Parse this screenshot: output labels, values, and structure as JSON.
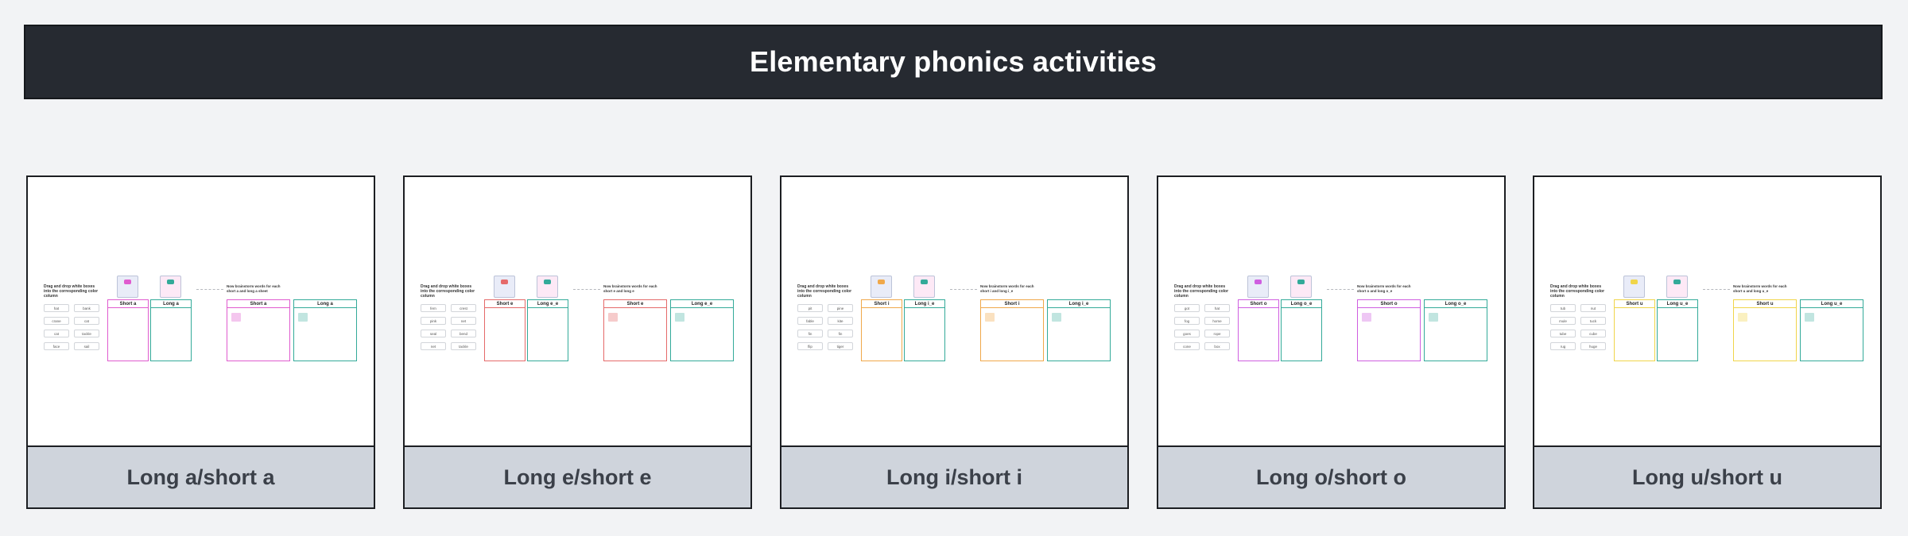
{
  "header": {
    "title": "Elementary phonics activities"
  },
  "cards": [
    {
      "label": "Long a/short a",
      "instruction": "Drag and drop white boxes into the corresponding color column",
      "instruction2": "Now brainstorm words for each short a and long a sheet",
      "words": [
        "hat",
        "bank",
        "crane",
        "cat",
        "cat",
        "tackle",
        "face",
        "sail"
      ],
      "short_header": "Short a",
      "long_header": "Long a",
      "short_color": "#e05bcf",
      "long_color": "#33aa99",
      "icon_short": "hat",
      "icon_long": "cake"
    },
    {
      "label": "Long e/short e",
      "instruction": "Drag and drop white boxes into the corresponding color column",
      "instruction2": "Now brainstorm words for each short e and long e",
      "words": [
        "fern",
        "crest",
        "pink",
        "net",
        "seal",
        "bend",
        "net",
        "tackle"
      ],
      "short_header": "Short e",
      "long_header": "Long e_e",
      "short_color": "#e56a6a",
      "long_color": "#33aa99",
      "icon_short": "bed",
      "icon_long": "tree"
    },
    {
      "label": "Long i/short i",
      "instruction": "Drag and drop white boxes into the corresponding color column",
      "instruction2": "Now brainstorm words for each short i and long i_e",
      "words": [
        "pit",
        "pine",
        "fable",
        "kite",
        "fin",
        "fin",
        "flip",
        "tiger"
      ],
      "short_header": "Short i",
      "long_header": "Long i_e",
      "short_color": "#f0a84a",
      "long_color": "#33aa99",
      "icon_short": "pin",
      "icon_long": "bike"
    },
    {
      "label": "Long o/short o",
      "instruction": "Drag and drop white boxes into the corresponding color column",
      "instruction2": "Now brainstorm words for each short o and long o_e",
      "words": [
        "got",
        "hat",
        "fog",
        "home",
        "goes",
        "rope",
        "cone",
        "box"
      ],
      "short_header": "Short o",
      "long_header": "Long o_e",
      "short_color": "#cf5ee0",
      "long_color": "#33aa99",
      "icon_short": "pot",
      "icon_long": "bone"
    },
    {
      "label": "Long u/short u",
      "instruction": "Drag and drop white boxes into the corresponding color column",
      "instruction2": "Now brainstorm words for each short u and long u_e",
      "words": [
        "tub",
        "nut",
        "mule",
        "tuck",
        "tube",
        "cube",
        "rug",
        "huge"
      ],
      "short_header": "Short u",
      "long_header": "Long u_e",
      "short_color": "#f0d54a",
      "long_color": "#33aa99",
      "icon_short": "sun",
      "icon_long": "mule"
    }
  ]
}
